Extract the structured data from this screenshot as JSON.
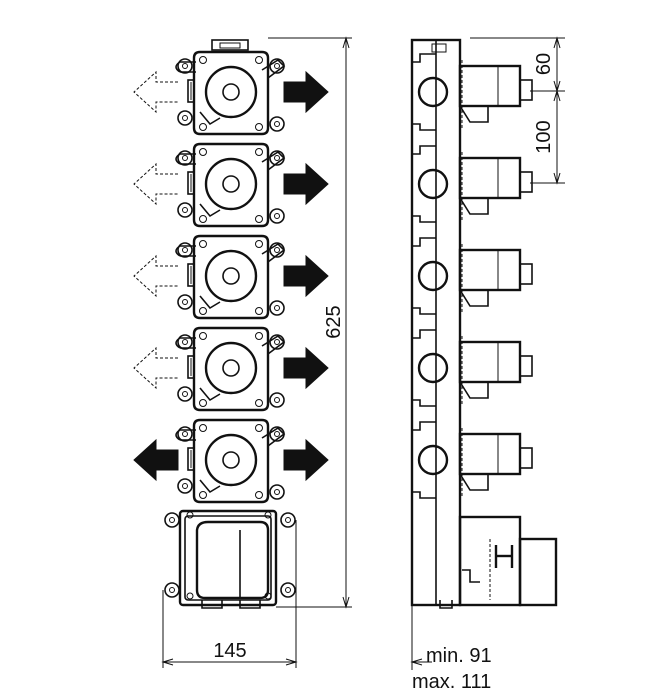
{
  "dimensions": {
    "total_height": "625",
    "width": "145",
    "top_offset": "60",
    "module_pitch": "100",
    "depth_min": "min. 91",
    "depth_max": "max. 111"
  },
  "front_view": {
    "modules": [
      {
        "left_arrow": "dashed"
      },
      {
        "left_arrow": "dashed"
      },
      {
        "left_arrow": "dashed"
      },
      {
        "left_arrow": "dashed"
      },
      {
        "left_arrow": "solid"
      }
    ]
  }
}
